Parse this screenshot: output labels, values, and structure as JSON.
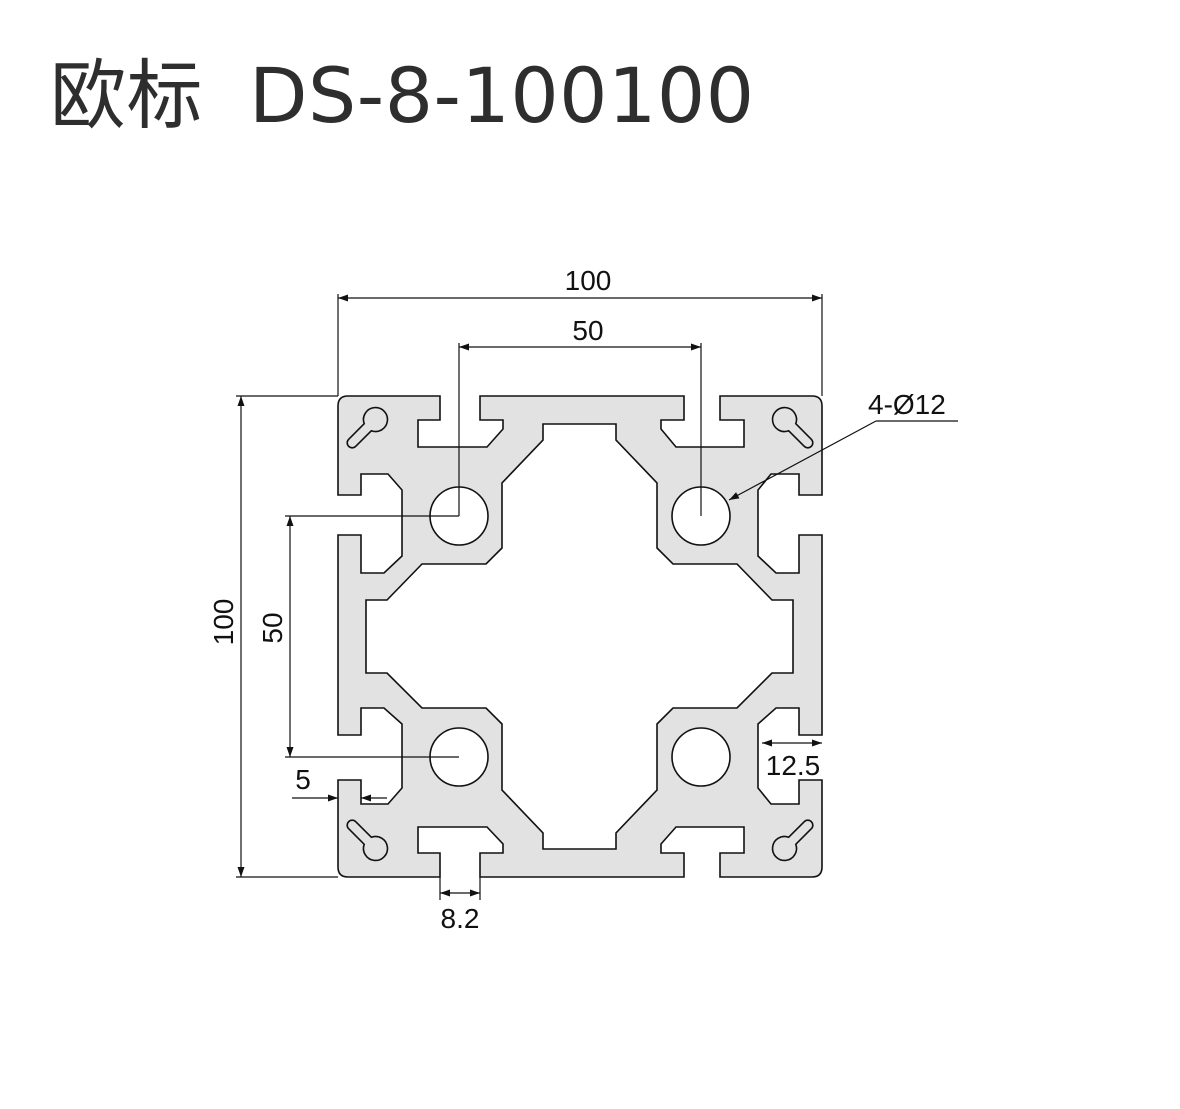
{
  "title": {
    "standard": "欧标",
    "model": "DS-8-100100"
  },
  "dimensions": {
    "overall_width": "100",
    "hole_spacing_horizontal": "50",
    "overall_height": "100",
    "hole_spacing_vertical": "50",
    "hole_callout": "4-Ø12",
    "wall_thickness": "5",
    "slot_depth": "12.5",
    "slot_width": "8.2"
  },
  "colors": {
    "profile_fill": "#e2e2e2",
    "outline": "#111111",
    "text": "#2e2e2e"
  }
}
